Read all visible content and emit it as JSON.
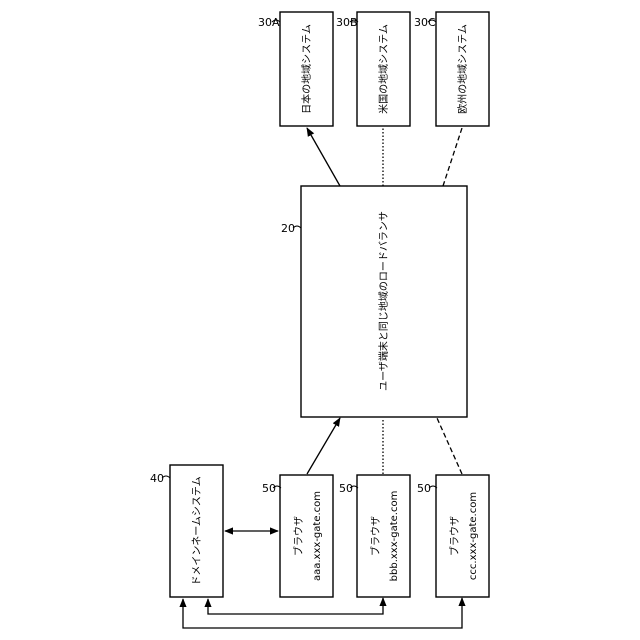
{
  "diagram": {
    "regional_systems": [
      {
        "ref": "30A",
        "label": "日本の地域システム",
        "link_style": "solid"
      },
      {
        "ref": "30B",
        "label": "米国の地域システム",
        "link_style": "dotted"
      },
      {
        "ref": "30C",
        "label": "欧州の地域システム",
        "link_style": "dashed"
      }
    ],
    "load_balancer": {
      "ref": "20",
      "label": "ユーザ端末と同じ地域のロードバランサ"
    },
    "dns": {
      "ref": "40",
      "label": "ドメインネームシステム"
    },
    "browsers": [
      {
        "ref": "50",
        "label": "ブラウザ",
        "domain": "aaa.xxx-gate.com",
        "link_style": "solid"
      },
      {
        "ref": "50",
        "label": "ブラウザ",
        "domain": "bbb.xxx-gate.com",
        "link_style": "dotted"
      },
      {
        "ref": "50",
        "label": "ブラウザ",
        "domain": "ccc.xxx-gate.com",
        "link_style": "dashed"
      }
    ]
  }
}
